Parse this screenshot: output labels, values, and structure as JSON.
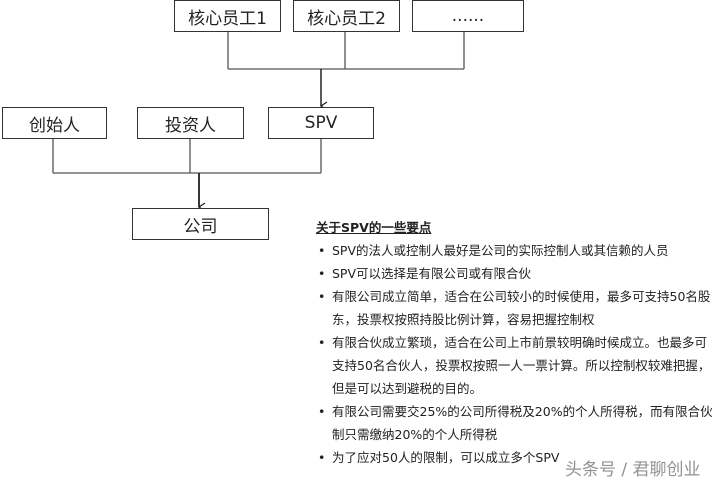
{
  "top_row": [
    "核心员工1",
    "核心员工2",
    "......"
  ],
  "middle_row": [
    "创始人",
    "投资人",
    "SPV"
  ],
  "bottom": "公司",
  "notes": {
    "title": "关于SPV的一些要点",
    "items": [
      "SPV的法人或控制人最好是公司的实际控制人或其信赖的人员",
      "SPV可以选择是有限公司或有限合伙",
      "有限公司成立简单，适合在公司较小的时候使用，最多可支持50名股东，投票权按照持股比例计算，容易把握控制权",
      "有限合伙成立繁琐，适合在公司上市前景较明确时候成立。也最多可支持50名合伙人，投票权按照一人一票计算。所以控制权较难把握，但是可以达到避税的目的。",
      "有限公司需要交25%的公司所得税及20%的个人所得税，而有限合伙制只需缴纳20%的个人所得税",
      "为了应对50人的限制，可以成立多个SPV"
    ]
  },
  "watermark": "头条号 / 君聊创业"
}
